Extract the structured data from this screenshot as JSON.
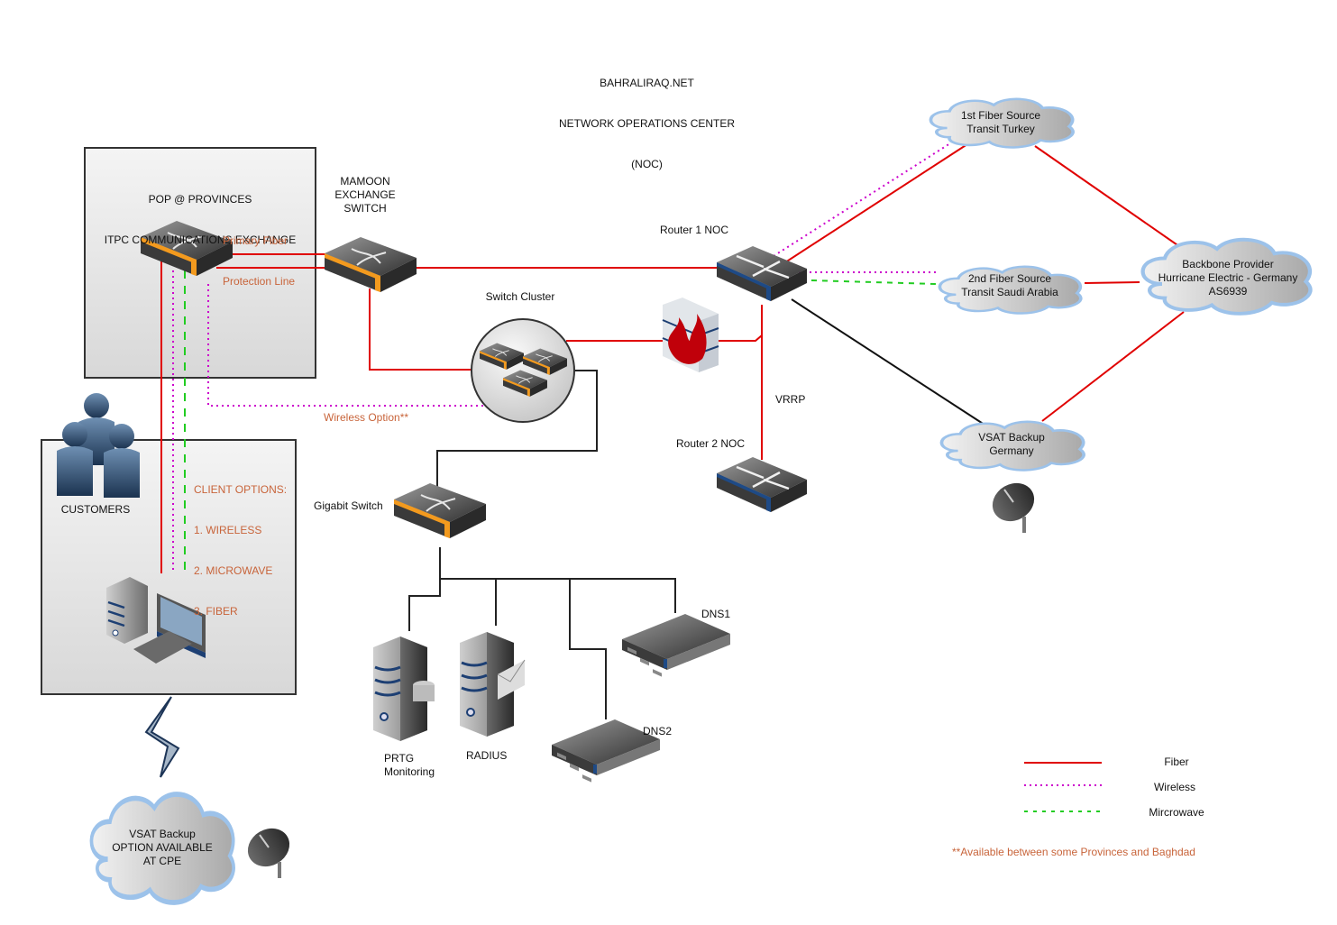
{
  "title": {
    "line1": "BAHRALIRAQ.NET",
    "line2": "NETWORK OPERATIONS CENTER",
    "line3": "(NOC)"
  },
  "pop_box": {
    "title_line1": "POP @ PROVINCES",
    "title_line2": "ITPC COMMUNICATIONS EXCHANGE",
    "primary_fiber": "Primary Fiber",
    "protection_line": "Protection Line"
  },
  "mamoon": {
    "label": "MAMOON\nEXCHANGE\nSWITCH"
  },
  "switch_cluster": {
    "label": "Switch Cluster"
  },
  "wireless_option": {
    "label": "Wireless Option**"
  },
  "customers": {
    "label": "CUSTOMERS",
    "client_options_title": "CLIENT OPTIONS:",
    "client_options": [
      "1. WIRELESS",
      "2. MICROWAVE",
      "3. FIBER"
    ]
  },
  "vsat_cpe": {
    "label": "VSAT Backup\nOPTION AVAILABLE\nAT CPE"
  },
  "router1": {
    "label": "Router 1 NOC"
  },
  "router2": {
    "label": "Router 2 NOC"
  },
  "vrrp": {
    "label": "VRRP"
  },
  "gigabit_switch": {
    "label": "Gigabit Switch"
  },
  "servers": {
    "prtg": "PRTG\nMonitoring",
    "radius": "RADIUS",
    "dns1": "DNS1",
    "dns2": "DNS2"
  },
  "clouds": {
    "fiber1": "1st Fiber Source\nTransit Turkey",
    "fiber2": "2nd Fiber Source\nTransit Saudi Arabia",
    "backbone": "Backbone Provider\nHurricane Electric - Germany\nAS6939",
    "vsat_germany": "VSAT Backup\nGermany"
  },
  "legend": {
    "items": [
      {
        "label": "Fiber",
        "style": "solid",
        "color": "#e00000"
      },
      {
        "label": "Wireless",
        "style": "dotted",
        "color": "#cc00cc"
      },
      {
        "label": "Mircrowave",
        "style": "dashed",
        "color": "#22cc22"
      }
    ],
    "footnote": "**Available between some Provinces and Baghdad"
  },
  "colors": {
    "fiber": "#e00000",
    "wireless": "#cc00cc",
    "microwave": "#22cc22",
    "copper": "#222222",
    "accent_text": "#c8643a"
  }
}
